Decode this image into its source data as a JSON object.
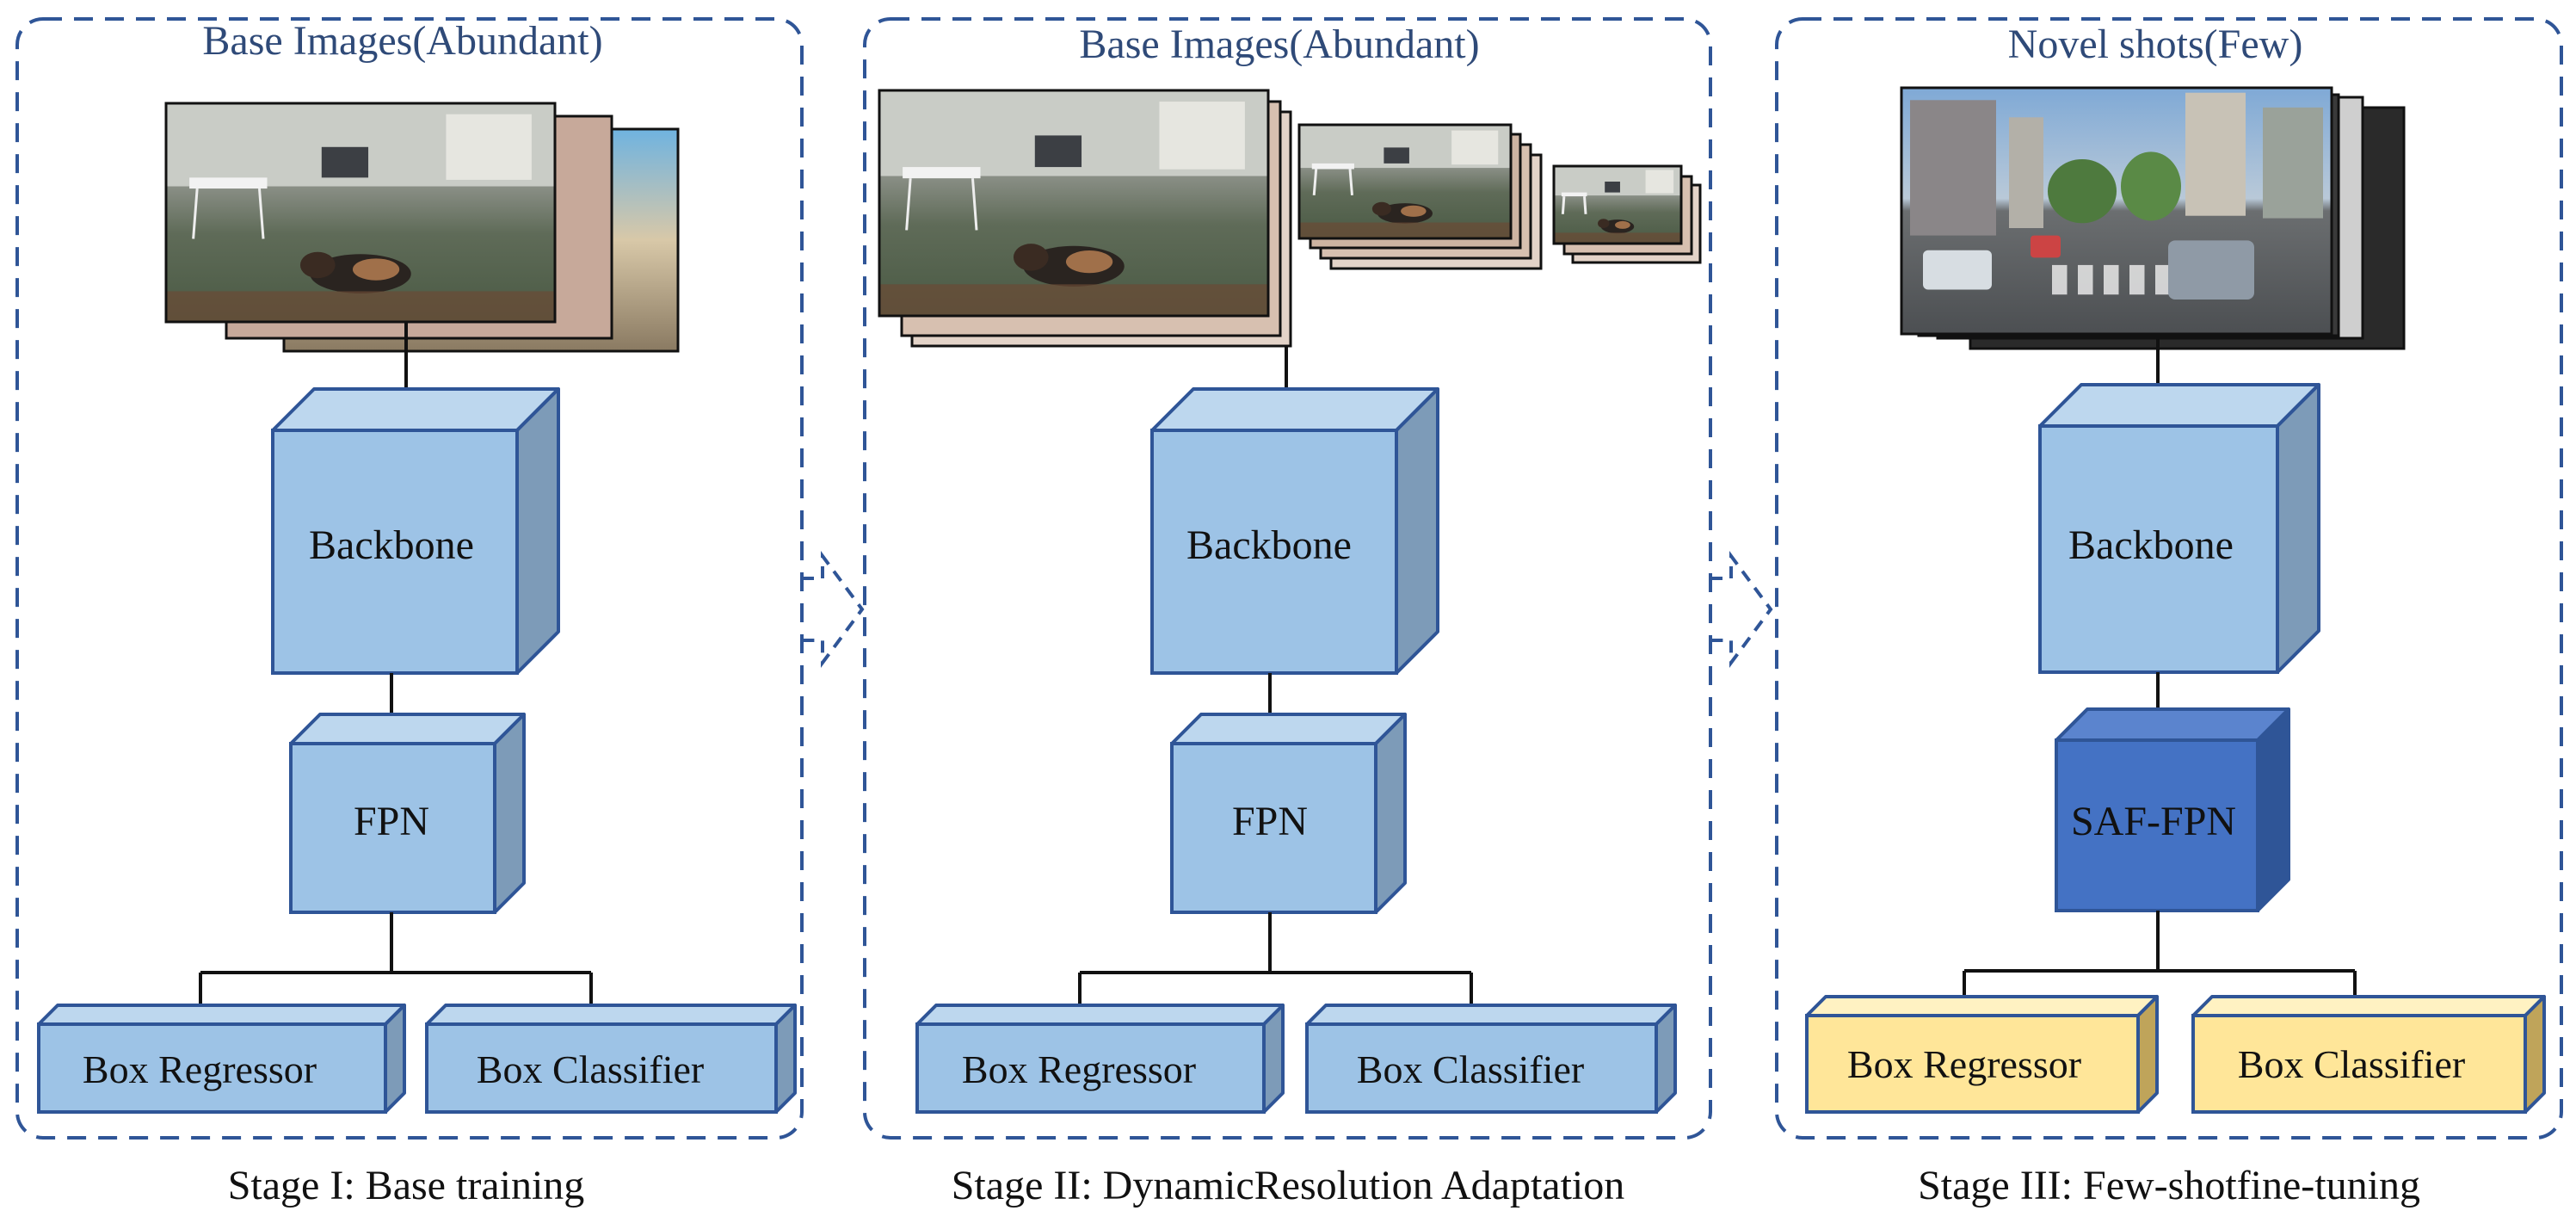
{
  "colors": {
    "frame": "#2F5597",
    "panel_title": "#2F4A78",
    "block_front": "#9DC3E6",
    "block_side": "#7D9BB8",
    "block_top": "#BDD7EE",
    "block_stroke": "#2F5597",
    "saf_front": "#4472C4",
    "saf_side": "#2F5597",
    "saf_top": "#5B84CE",
    "head_yellow_front": "#FFE699",
    "head_yellow_side": "#BFA45A",
    "head_yellow_top": "#FFF2C2"
  },
  "panels": [
    {
      "title": "Base Images(Abundant)",
      "stage_caption": "Stage I: Base training",
      "backbone_label": "Backbone",
      "fpn_label": "FPN",
      "regressor_label": "Box Regressor",
      "classifier_label": "Box Classifier",
      "images": "indoor-dog-photo-stack"
    },
    {
      "title": "Base Images(Abundant)",
      "stage_caption": "Stage II: DynamicResolution Adaptation",
      "backbone_label": "Backbone",
      "fpn_label": "FPN",
      "regressor_label": "Box Regressor",
      "classifier_label": "Box Classifier",
      "images": "multi-resolution-dog-photo-stacks"
    },
    {
      "title": "Novel shots(Few)",
      "stage_caption": "Stage III: Few-shotfine-tuning",
      "backbone_label": "Backbone",
      "fpn_label": "SAF-FPN",
      "regressor_label": "Box Regressor",
      "classifier_label": "Box Classifier",
      "images": "street-traffic-photo-stack"
    }
  ],
  "connectors": [
    "dashed-arrow-icon",
    "dashed-arrow-icon"
  ]
}
